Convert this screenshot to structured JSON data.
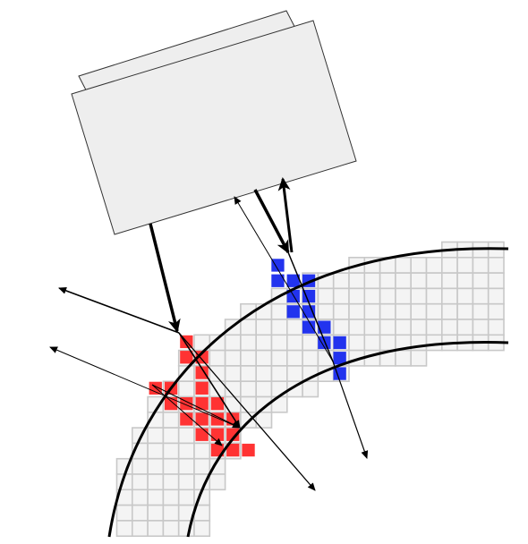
{
  "colors": {
    "background": "#ffffff",
    "grid_line": "#c8c8c8",
    "grid_fill": "#f4f4f4",
    "wall_line": "#000000",
    "ray": "#000000",
    "red_cells": "#ff3333",
    "blue_cells": "#2233ee",
    "transducer_fill": "#eeeeee",
    "transducer_stroke": "#333333"
  },
  "icons": {
    "transducer": "rectangular-probe-icon",
    "vessel_wall": "curved-band",
    "rays": "arrow-lines"
  },
  "red_cells": [
    [
      6,
      0
    ],
    [
      6,
      1
    ],
    [
      7,
      1
    ],
    [
      7,
      2
    ],
    [
      4,
      3
    ],
    [
      5,
      3
    ],
    [
      7,
      3
    ],
    [
      5,
      4
    ],
    [
      6,
      4
    ],
    [
      7,
      4
    ],
    [
      8,
      4
    ],
    [
      6,
      5
    ],
    [
      7,
      5
    ],
    [
      8,
      5
    ],
    [
      9,
      5
    ],
    [
      7,
      6
    ],
    [
      8,
      6
    ],
    [
      9,
      6
    ],
    [
      8,
      7
    ],
    [
      9,
      7
    ],
    [
      10,
      7
    ]
  ],
  "blue_cells": [
    [
      16,
      0
    ],
    [
      16,
      1
    ],
    [
      17,
      1
    ],
    [
      18,
      1
    ],
    [
      17,
      2
    ],
    [
      18,
      2
    ],
    [
      17,
      3
    ],
    [
      18,
      3
    ],
    [
      18,
      4
    ],
    [
      19,
      4
    ],
    [
      19,
      5
    ],
    [
      20,
      5
    ],
    [
      20,
      6
    ],
    [
      20,
      7
    ]
  ]
}
